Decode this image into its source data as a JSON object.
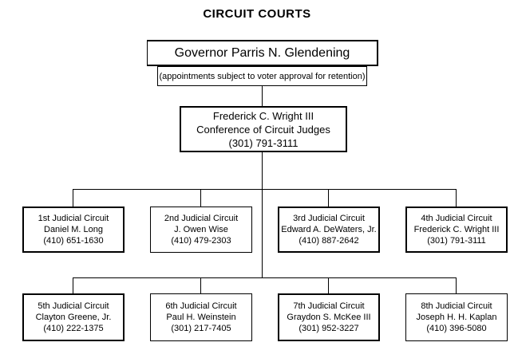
{
  "page_title": "CIRCUIT COURTS",
  "governor_box": {
    "name": "Governor Parris N. Glendening",
    "note": "(appointments subject to voter approval for retention)"
  },
  "conference_box": {
    "line1": "Frederick C. Wright III",
    "line2": "Conference of Circuit Judges",
    "line3": "(301) 791-3111"
  },
  "circuits": [
    {
      "name": "1st Judicial Circuit",
      "judge": "Daniel M. Long",
      "phone": "(410) 651-1630"
    },
    {
      "name": "2nd Judicial Circuit",
      "judge": "J. Owen Wise",
      "phone": "(410) 479-2303"
    },
    {
      "name": "3rd Judicial Circuit",
      "judge": "Edward A. DeWaters, Jr.",
      "phone": "(410) 887-2642"
    },
    {
      "name": "4th Judicial Circuit",
      "judge": "Frederick C. Wright III",
      "phone": "(301) 791-3111"
    },
    {
      "name": "5th Judicial Circuit",
      "judge": "Clayton Greene, Jr.",
      "phone": "(410) 222-1375"
    },
    {
      "name": "6th Judicial Circuit",
      "judge": "Paul H. Weinstein",
      "phone": "(301) 217-7405"
    },
    {
      "name": "7th Judicial Circuit",
      "judge": "Graydon S. McKee III",
      "phone": "(301) 952-3227"
    },
    {
      "name": "8th Judicial Circuit",
      "judge": "Joseph H. H. Kaplan",
      "phone": "(410) 396-5080"
    }
  ],
  "colors": {
    "background": "#ffffff",
    "line": "#000000",
    "text": "#000000"
  }
}
